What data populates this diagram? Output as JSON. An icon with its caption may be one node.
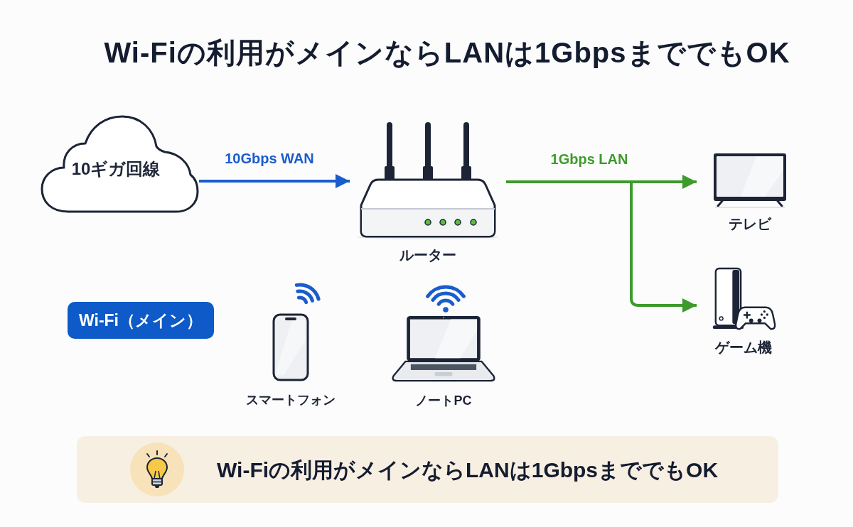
{
  "diagram": {
    "title": "Wi-Fiの利用がメインならLANは1GbpsまででもOK",
    "nodes": [
      {
        "text": [
          "10ギガ回線"
        ]
      },
      {
        "text": [
          "ルーター"
        ]
      },
      {
        "text": [
          "テレビ"
        ]
      },
      {
        "text": [
          "ゲーム機"
        ]
      },
      {
        "text": [
          "Wi-Fi（メイン）"
        ]
      },
      {
        "text": [
          "スマートフォン"
        ]
      },
      {
        "text": [
          "ノートPC"
        ]
      },
      {
        "text": [
          "Wi-Fiの利用がメインならLANは1GbpsまででもOK"
        ]
      }
    ],
    "edges": [
      {
        "from": 0,
        "to": 1,
        "arrow": "to",
        "label": "10Gbps WAN",
        "color": "#1a5ccc"
      },
      {
        "from": 1,
        "to": 2,
        "arrow": "to",
        "label": "1Gbps LAN",
        "color": "#3d9a2c"
      },
      {
        "from": 1,
        "to": 3,
        "arrow": "to",
        "color": "#3d9a2c"
      }
    ]
  }
}
